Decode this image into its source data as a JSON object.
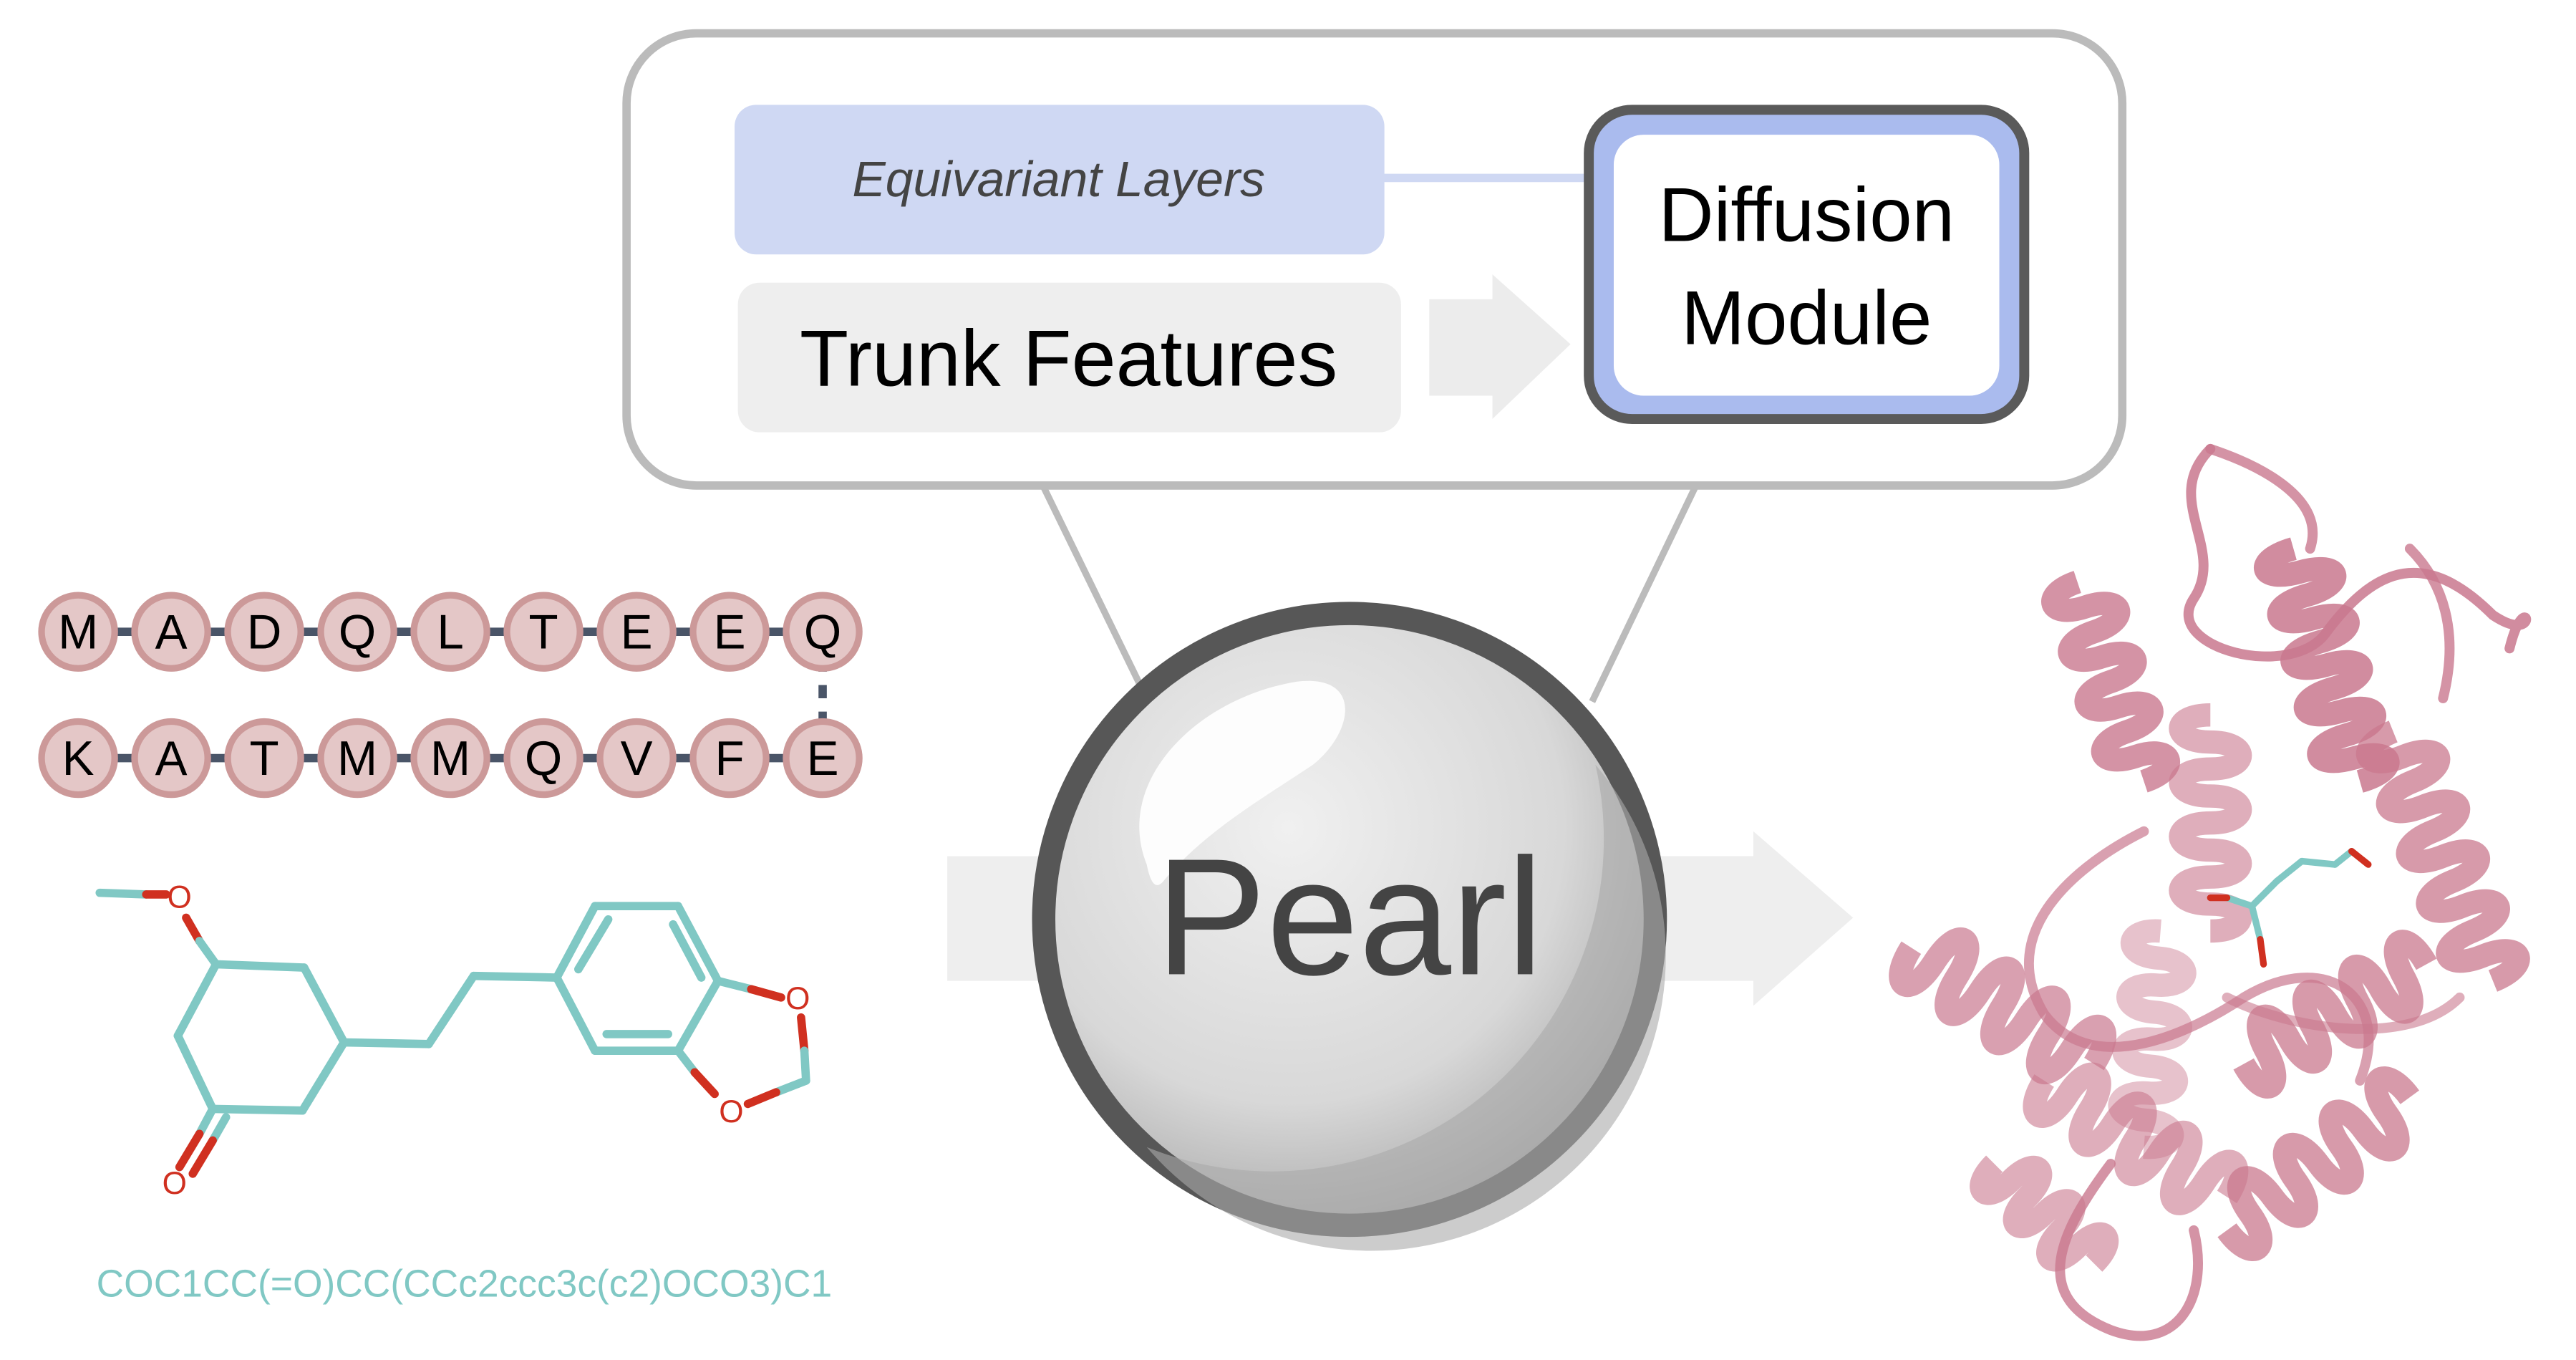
{
  "pipeline": {
    "equivariant_label": "Equivariant Layers",
    "trunk_label": "Trunk Features",
    "diffusion_label_line1": "Diffusion",
    "diffusion_label_line2": "Module"
  },
  "model": {
    "name": "Pearl"
  },
  "sequence": {
    "row1": [
      "M",
      "A",
      "D",
      "Q",
      "L",
      "T",
      "E",
      "E",
      "Q"
    ],
    "row2": [
      "K",
      "A",
      "T",
      "M",
      "M",
      "Q",
      "V",
      "F",
      "E"
    ]
  },
  "ligand": {
    "smiles": "COC1CC(=O)CC(CCc2ccc3c(c2)OCO3)C1",
    "atom_label": "O"
  },
  "colors": {
    "residue_fill": "#e4c7c7",
    "residue_stroke": "#cc9999",
    "backbone": "#4a5568",
    "ligand_carbon": "#80c8c4",
    "ligand_oxygen": "#d03020",
    "protein": "#c9788e",
    "equivariant_fill": "#cfd8f3",
    "diffusion_accent": "#aabbee"
  }
}
